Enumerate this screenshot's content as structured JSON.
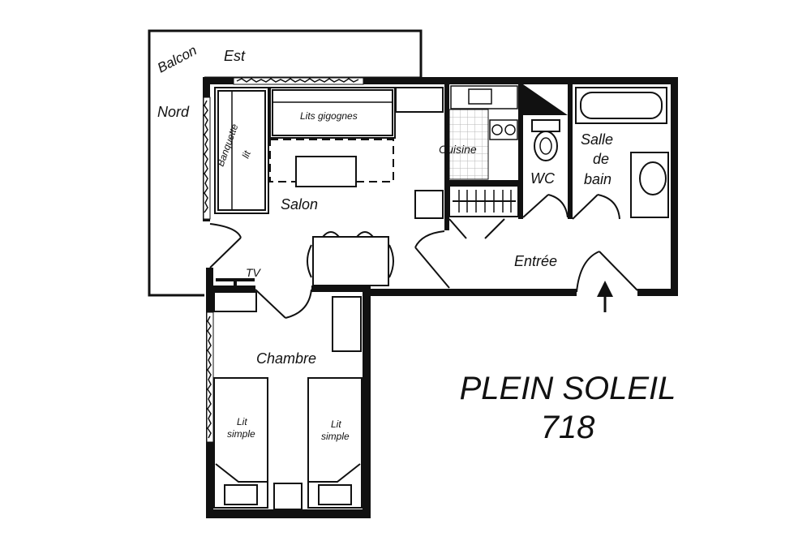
{
  "rooms": {
    "balcon": "Balcon",
    "est": "Est",
    "nord": "Nord",
    "salon": "Salon",
    "cuisine": "Cuisine",
    "wc": "WC",
    "salle_l1": "Salle",
    "salle_l2": "de",
    "salle_l3": "bain",
    "entree": "Entrée",
    "chambre": "Chambre"
  },
  "furniture": {
    "lits_gigognes": "Lits gigognes",
    "banquette_l1": "Banquette",
    "banquette_l2": "lit",
    "tv": "TV",
    "lit_simple_l1": "Lit",
    "lit_simple_l2": "simple"
  },
  "title": {
    "line1": "PLEIN SOLEIL",
    "line2": "718"
  }
}
